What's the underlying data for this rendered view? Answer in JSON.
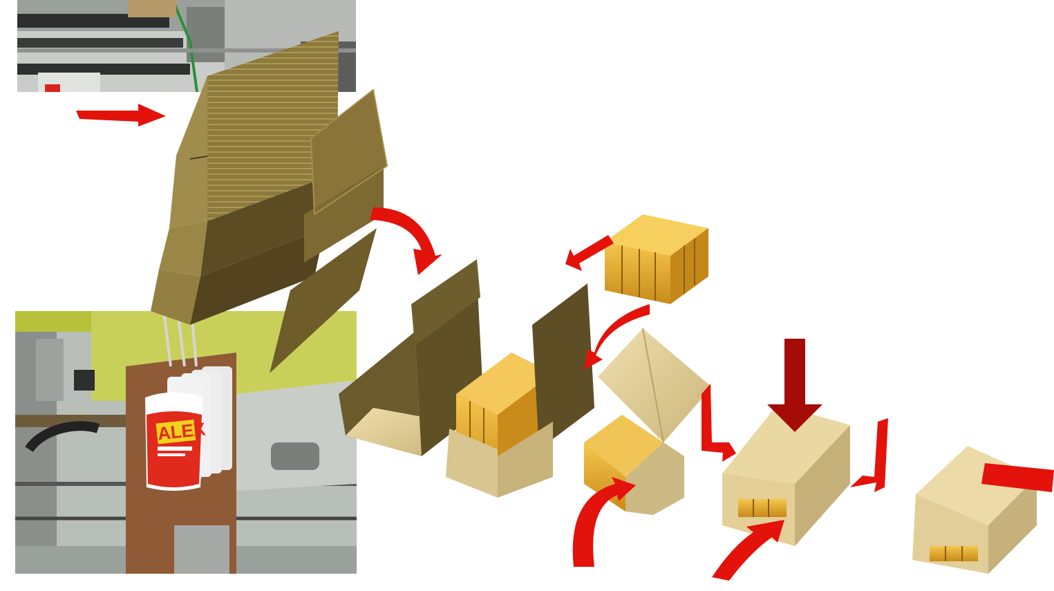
{
  "photos": {
    "top": {
      "subject": "machine-magazine-photo"
    },
    "bottom": {
      "subject": "pouch-packing-photo",
      "pouch_brand": "ALEX"
    }
  },
  "colors": {
    "arrow": "#e3120b",
    "arrow_dark": "#a50b07",
    "cardboard_dark": "#6b5a2e",
    "cardboard_mid": "#8f7a40",
    "cardboard_light": "#e9d9a6",
    "product_gold": "#e8b23a",
    "product_gold_dark": "#b9821a"
  },
  "steps": [
    {
      "id": "blank-magazine"
    },
    {
      "id": "blank-pick"
    },
    {
      "id": "tray-erect"
    },
    {
      "id": "product-load"
    },
    {
      "id": "lid-fold"
    },
    {
      "id": "glue-press"
    },
    {
      "id": "finished-case"
    }
  ]
}
